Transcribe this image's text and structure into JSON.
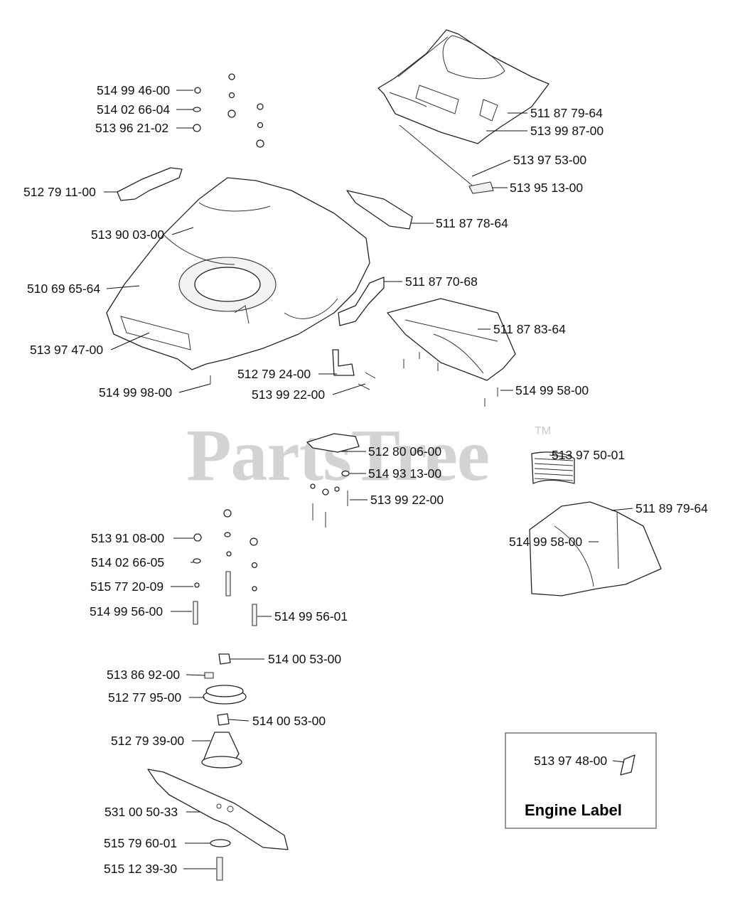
{
  "watermark": {
    "text": "PartsTree",
    "trademark": "TM"
  },
  "engine_label_box": {
    "title": "Engine Label",
    "part_number": "513 97 48-00"
  },
  "callouts": [
    "514 99 46-00",
    "514 02 66-04",
    "513 96 21-02",
    "512 79 11-00",
    "513 90 03-00",
    "510 69 65-64",
    "513 97 47-00",
    "514 99 98-00",
    "511 87 79-64",
    "513 99 87-00",
    "513 97 53-00",
    "513 95 13-00",
    "511 87 78-64",
    "511 87 70-68",
    "511 87 83-64",
    "512 79 24-00",
    "513 99 22-00",
    "514 99 58-00",
    "512 80 06-00",
    "514 93 13-00",
    "513 99 22-00",
    "513 97 50-01",
    "511 89 79-64",
    "514 99 58-00",
    "513 91 08-00",
    "514 02 66-05",
    "515 77 20-09",
    "514 99 56-00",
    "514 99 56-01",
    "514 00 53-00",
    "513 86 92-00",
    "512 77 95-00",
    "514 00 53-00",
    "512 79 39-00",
    "531 00 50-33",
    "515 79 60-01",
    "515 12 39-30"
  ]
}
